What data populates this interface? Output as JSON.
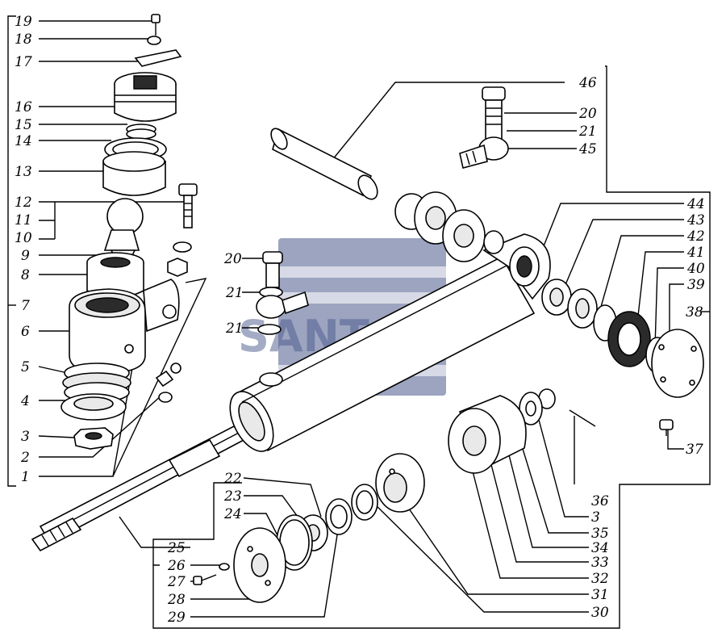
{
  "watermark": {
    "text": "SANTAT",
    "color": "#4a5a8c"
  },
  "callouts": {
    "c19": "19",
    "c18": "18",
    "c17": "17",
    "c16": "16",
    "c15": "15",
    "c14": "14",
    "c13": "13",
    "c12": "12",
    "c11": "11",
    "c10": "10",
    "c9": "9",
    "c8": "8",
    "c7": "7",
    "c6": "6",
    "c5": "5",
    "c4": "4",
    "c3a": "3",
    "c2": "2",
    "c1": "1",
    "c46": "46",
    "c20a": "20",
    "c21a": "21",
    "c45": "45",
    "c44": "44",
    "c43": "43",
    "c42": "42",
    "c41": "41",
    "c40": "40",
    "c39": "39",
    "c38": "38",
    "c37": "37",
    "c20b": "20",
    "c21b": "21",
    "c21c": "21",
    "c36": "36",
    "c3b": "3",
    "c35": "35",
    "c34": "34",
    "c33": "33",
    "c32": "32",
    "c31": "31",
    "c30": "30",
    "c22": "22",
    "c23": "23",
    "c24": "24",
    "c25": "25",
    "c26": "26",
    "c27": "27",
    "c28": "28",
    "c29": "29"
  }
}
